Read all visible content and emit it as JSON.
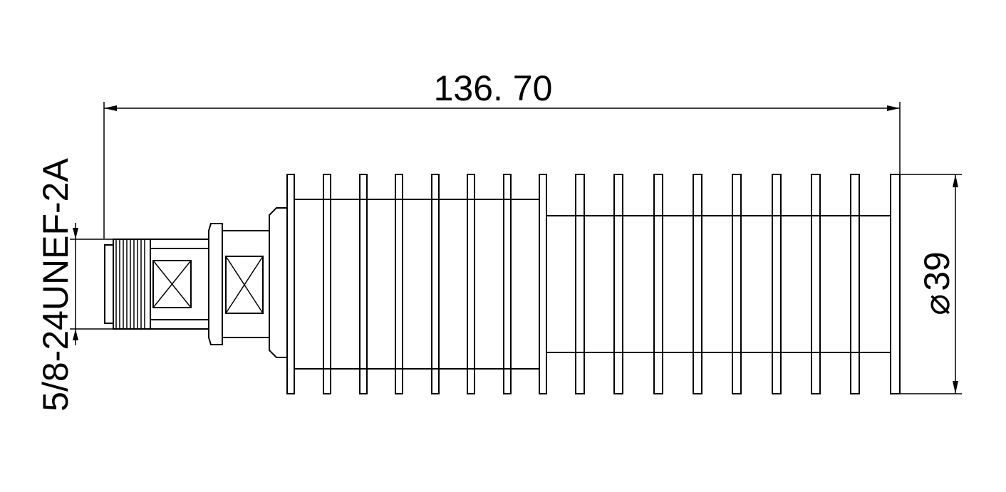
{
  "dimensions": {
    "overall_length": "136. 70",
    "diameter_symbol": "⌀",
    "diameter_value": "39",
    "thread_spec": "5/8-24UNEF-2A"
  },
  "colors": {
    "line": "#000000",
    "background": "#ffffff"
  }
}
